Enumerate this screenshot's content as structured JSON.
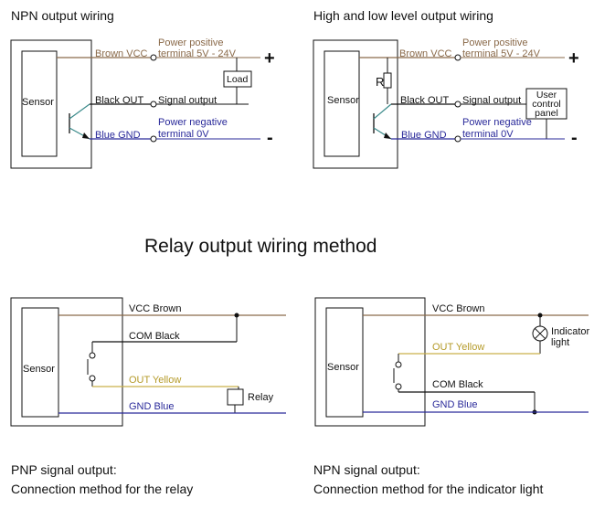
{
  "captions": {
    "npn_wiring": "NPN output wiring",
    "high_low": "High and low level output wiring",
    "relay_title": "Relay output wiring method",
    "pnp_line1": "PNP signal output:",
    "pnp_line2": "Connection method for the relay",
    "npn_line1": "NPN signal output:",
    "npn_line2": "Connection method for the indicator light"
  },
  "npn_diagram": {
    "sensor": "Sensor",
    "brown_vcc": "Brown VCC",
    "power_pos_1": "Power positive",
    "power_pos_2": "terminal 5V - 24V",
    "black_out": "Black OUT",
    "signal_output": "Signal output",
    "load": "Load",
    "blue_gnd": "Blue GND",
    "power_neg_1": "Power negative",
    "power_neg_2": "terminal 0V",
    "plus": "+",
    "minus": "-"
  },
  "hl_diagram": {
    "sensor": "Sensor",
    "resistor": "R",
    "brown_vcc": "Brown VCC",
    "power_pos_1": "Power positive",
    "power_pos_2": "terminal 5V - 24V",
    "black_out": "Black OUT",
    "signal_output": "Signal output",
    "panel_1": "User",
    "panel_2": "control",
    "panel_3": "panel",
    "blue_gnd": "Blue GND",
    "power_neg_1": "Power negative",
    "power_neg_2": "terminal 0V",
    "plus": "+",
    "minus": "-"
  },
  "relay_pnp": {
    "sensor": "Sensor",
    "vcc_brown": "VCC Brown",
    "com_black": "COM Black",
    "out_yellow": "OUT Yellow",
    "gnd_blue": "GND Blue",
    "relay": "Relay"
  },
  "relay_npn": {
    "sensor": "Sensor",
    "vcc_brown": "VCC Brown",
    "indicator_1": "Indicator",
    "indicator_2": "light",
    "out_yellow": "OUT Yellow",
    "com_black": "COM Black",
    "gnd_blue": "GND Blue"
  },
  "colors": {
    "brown": "#8a6a4a",
    "blue": "#2a2a9a",
    "yellow": "#c9b14a",
    "black": "#111111",
    "teal": "#3a8a8a"
  }
}
